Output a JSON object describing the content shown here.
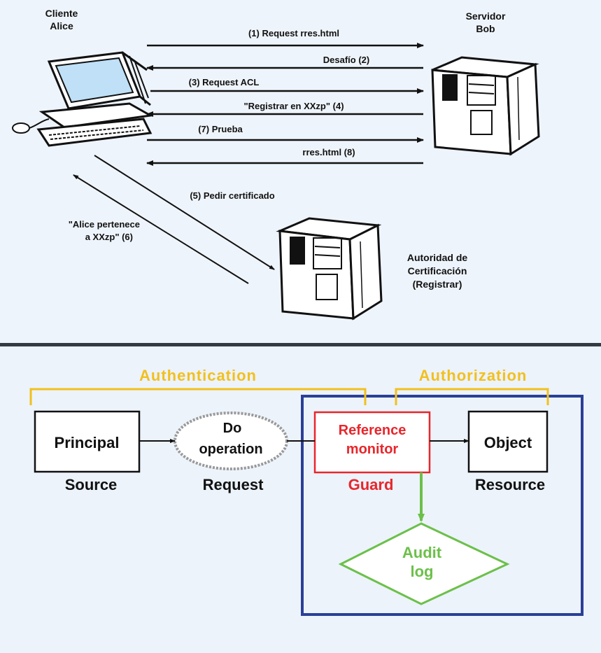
{
  "top": {
    "client": {
      "line1": "Cliente",
      "line2": "Alice"
    },
    "server": {
      "line1": "Servidor",
      "line2": "Bob"
    },
    "ca": {
      "line1": "Autoridad de",
      "line2": "Certificación",
      "line3": "(Registrar)"
    },
    "messages": {
      "m1": "(1) Request rres.html",
      "m2": "Desafío (2)",
      "m3": "(3) Request ACL",
      "m4": "\"Registrar en XXzp\" (4)",
      "m7": "(7) Prueba",
      "m8": "rres.html (8)",
      "m5": "(5) Pedir certificado",
      "m6a": "\"Alice pertenece",
      "m6b": "a XXzp\" (6)"
    }
  },
  "bottom": {
    "authentication": "Authentication",
    "authorization": "Authorization",
    "principal": "Principal",
    "source": "Source",
    "do_operation_1": "Do",
    "do_operation_2": "operation",
    "request": "Request",
    "reference_1": "Reference",
    "reference_2": "monitor",
    "guard": "Guard",
    "object": "Object",
    "resource": "Resource",
    "audit_1": "Audit",
    "audit_2": "log"
  },
  "colors": {
    "bracket": "#f2c01e",
    "guard": "#e8262b",
    "audit": "#6cc04a",
    "box": "#2a3f96",
    "ink": "#111111"
  }
}
